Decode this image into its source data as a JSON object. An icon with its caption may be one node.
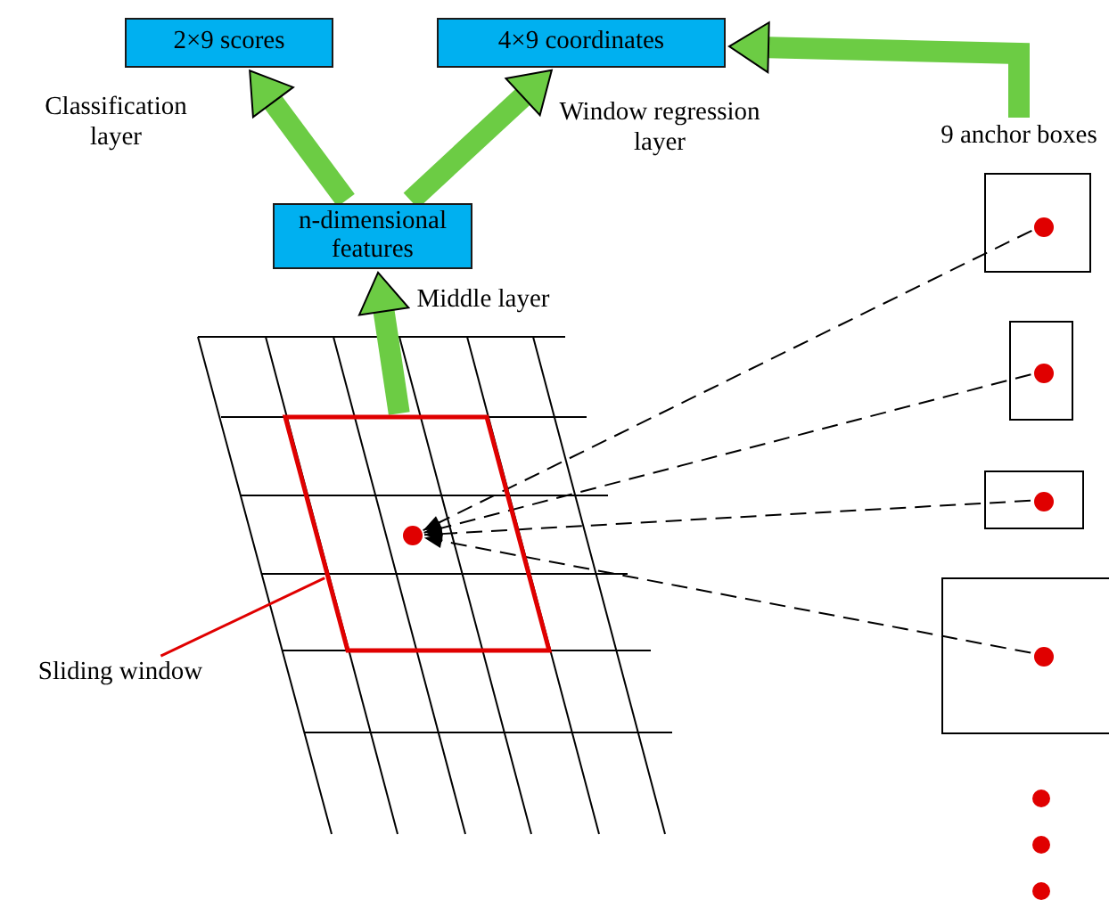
{
  "diagram": {
    "nodes": [
      {
        "text": [
          "2×9 scores"
        ]
      },
      {
        "text": [
          "4×9 coordinates"
        ]
      },
      {
        "text": [
          "9 anchor boxes"
        ]
      },
      {
        "text": [],
        "shape": "box"
      },
      {
        "text": [],
        "shape": "circle",
        "in": 3
      },
      {
        "text": [
          "n-dimensional features"
        ]
      },
      {
        "text": [],
        "shape": "box"
      },
      {
        "text": [],
        "shape": "circle",
        "in": 6
      },
      {
        "text": [],
        "shape": "parallelogram"
      },
      {
        "text": [],
        "shape": "circle",
        "in": 8
      },
      {
        "text": [],
        "shape": "box"
      },
      {
        "text": [],
        "shape": "circle",
        "in": 10
      },
      {
        "text": [
          "Sliding window"
        ]
      },
      {
        "text": [],
        "shape": "box"
      },
      {
        "text": [],
        "shape": "circle",
        "in": 13
      }
    ],
    "edges": [
      {
        "from": 5,
        "to": 0,
        "arrow": "to",
        "label": "Classification layer",
        "style": "thick",
        "color": "#6ccc44"
      },
      {
        "from": 5,
        "to": 1,
        "arrow": "to",
        "label": "Window regression layer",
        "style": "thick",
        "color": "#6ccc44"
      },
      {
        "from": 2,
        "to": 1,
        "arrow": "to",
        "style": "thick",
        "color": "#6ccc44"
      },
      {
        "from": 8,
        "to": 5,
        "arrow": "to",
        "label": "Middle layer",
        "style": "thick",
        "color": "#6ccc44"
      },
      {
        "from": 4,
        "to": 9,
        "arrow": "to",
        "style": "dashed",
        "color": "#000000"
      },
      {
        "from": 7,
        "to": 9,
        "arrow": "to",
        "style": "dashed",
        "color": "#000000"
      },
      {
        "from": 11,
        "to": 9,
        "arrow": "to",
        "style": "dashed",
        "color": "#000000"
      },
      {
        "from": 14,
        "to": 9,
        "arrow": "to",
        "style": "dashed",
        "color": "#000000"
      },
      {
        "from": 12,
        "to": 8,
        "arrow": "none",
        "color": "#e00000"
      }
    ]
  }
}
